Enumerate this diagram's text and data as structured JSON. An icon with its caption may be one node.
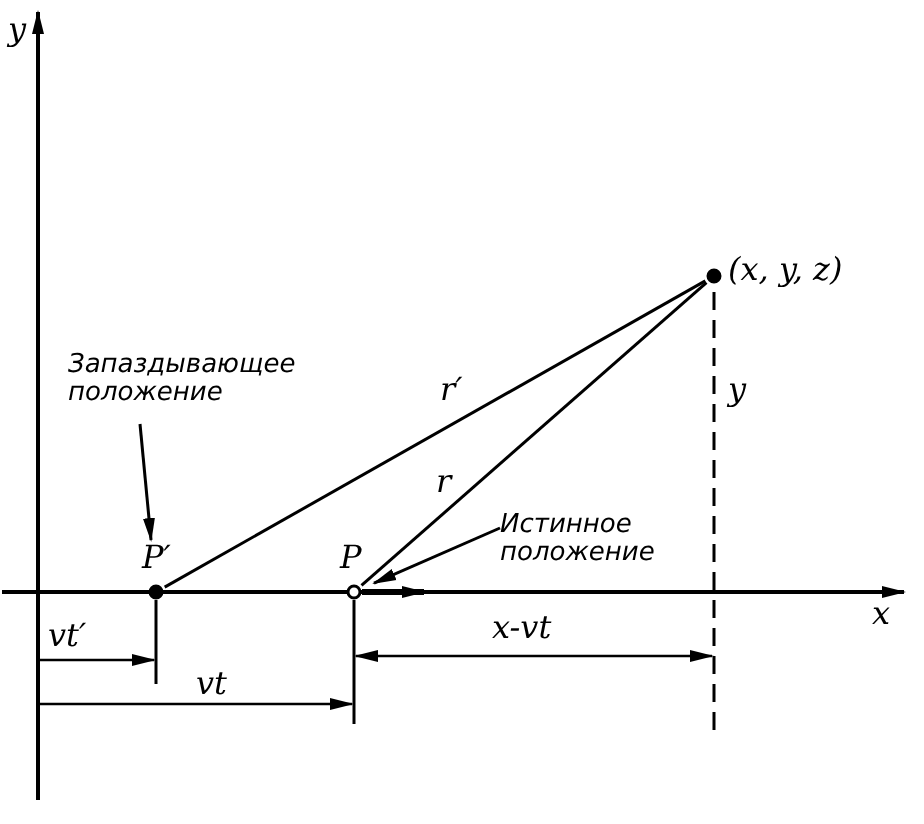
{
  "diagram": {
    "nodes": [
      {
        "text": [
          "Запаздывающее положение"
        ]
      },
      {
        "text": [
          "P′"
        ]
      },
      {
        "text": [
          "P"
        ]
      },
      {
        "text": [
          "Истинное положение"
        ]
      },
      {
        "text": [
          "(x, y, z)"
        ]
      }
    ],
    "edges": [
      {
        "from": 0,
        "to": 1,
        "arrow": "to"
      },
      {
        "from": 1,
        "to": 4,
        "arrow": "none",
        "label": "r′"
      },
      {
        "from": 2,
        "to": 4,
        "arrow": "none",
        "label": "r"
      },
      {
        "from": 3,
        "to": 2,
        "arrow": "to"
      }
    ],
    "labels": [
      "y",
      "y",
      "x",
      "vt′",
      "vt",
      "x-vt"
    ]
  }
}
